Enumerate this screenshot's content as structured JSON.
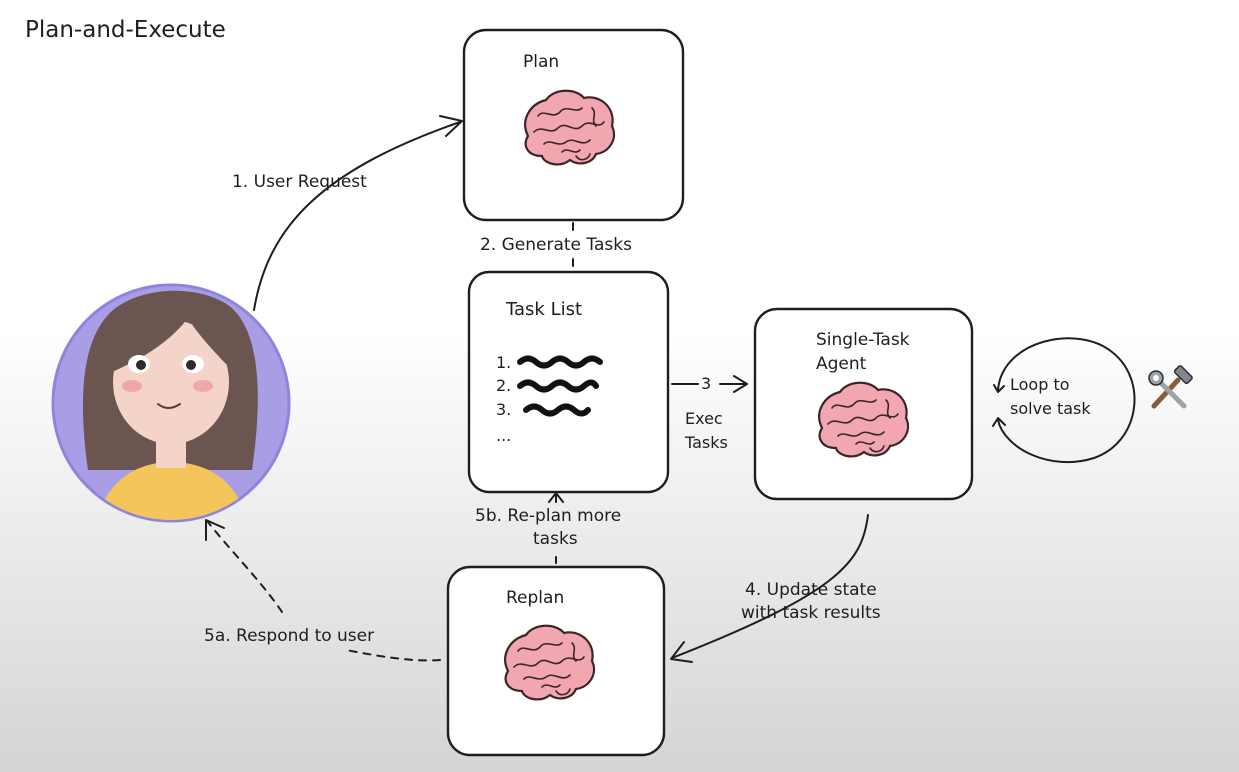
{
  "title": "Plan-and-Execute",
  "nodes": {
    "plan": {
      "label": "Plan",
      "icon": "brain-icon"
    },
    "task_list": {
      "label": "Task List",
      "items": [
        "1.",
        "2.",
        "3.",
        "..."
      ]
    },
    "agent": {
      "label_line1": "Single-Task",
      "label_line2": "Agent",
      "icon": "brain-icon"
    },
    "replan": {
      "label": "Replan",
      "icon": "brain-icon"
    },
    "loop": {
      "label_line1": "Loop to",
      "label_line2": "solve task"
    },
    "tools": {
      "icon": "hammer-wrench-icon"
    },
    "user": {
      "icon": "user-avatar"
    }
  },
  "edges": {
    "user_request": "1. User Request",
    "generate_tasks": "2. Generate Tasks",
    "exec_number": "3",
    "exec_label_line1": "Exec",
    "exec_label_line2": "Tasks",
    "update_line1": "4. Update state",
    "update_line2": "with task results",
    "replan_more_line1": "5b. Re-plan more",
    "replan_more_line2": "tasks",
    "respond": "5a. Respond to user"
  },
  "colors": {
    "avatar_bg": "#a99ee6",
    "avatar_ring": "#8f84dd",
    "brain_pink": "#f2a6b0",
    "shirt": "#f3c55a",
    "hair": "#6b5551",
    "skin": "#f4d3c8"
  }
}
